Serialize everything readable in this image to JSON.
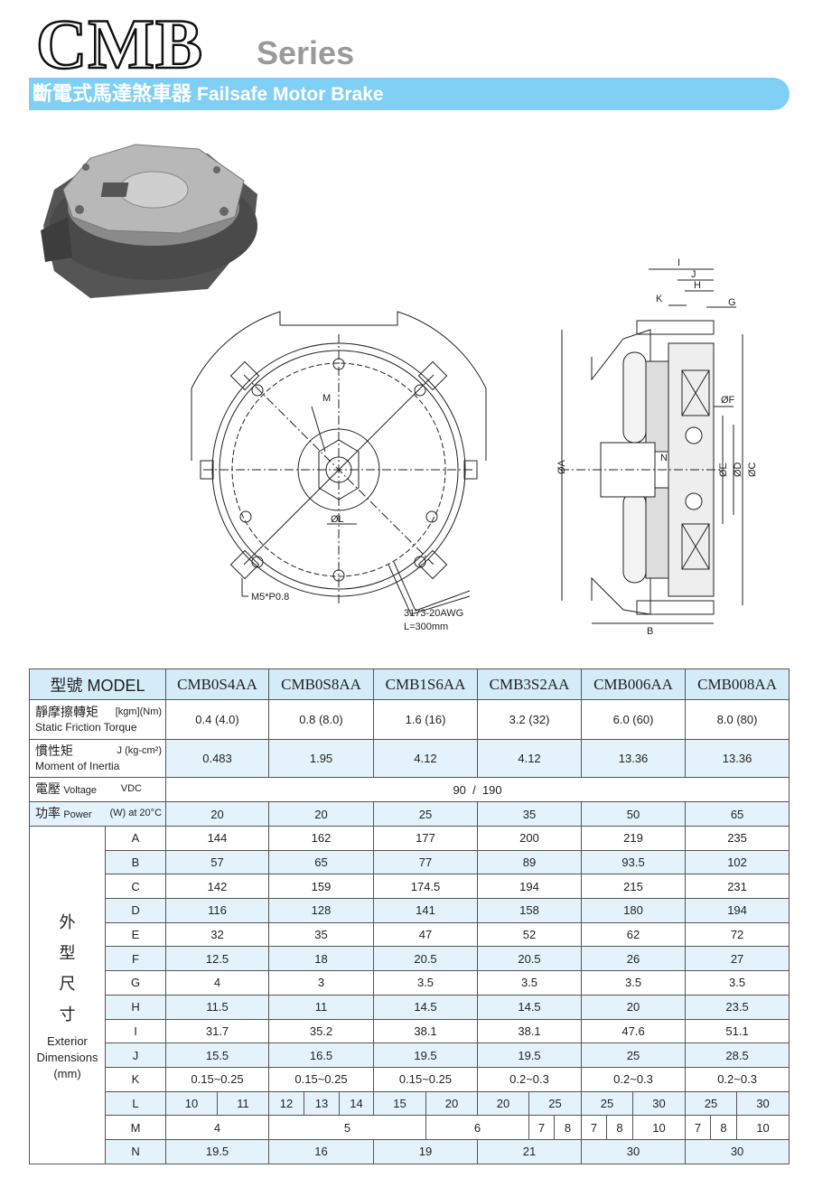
{
  "header": {
    "logo": "CMB",
    "series": "Series",
    "title_zh": "斷電式馬達煞車器",
    "title_en": "Failsafe Motor Brake"
  },
  "drawing": {
    "front": {
      "m": "M",
      "phi_l": "ØL",
      "screw": "M5*P0.8",
      "wire": "3173-20AWG",
      "wire_len": "L=300mm"
    },
    "section": {
      "i": "I",
      "j": "J",
      "h": "H",
      "k": "K",
      "g": "G",
      "phi_f": "ØF",
      "phi_a": "ØA",
      "n": "N",
      "phi_e": "ØE",
      "phi_d": "ØD",
      "phi_c": "ØC",
      "b": "B"
    }
  },
  "table": {
    "model_label": "型號 MODEL",
    "models": [
      "CMB0S4AA",
      "CMB0S8AA",
      "CMB1S6AA",
      "CMB3S2AA",
      "CMB006AA",
      "CMB008AA"
    ],
    "torque": {
      "zh": "靜摩擦轉矩",
      "unit": "[kgm](Nm)",
      "en": "Static Friction Torque",
      "values": [
        "0.4 (4.0)",
        "0.8 (8.0)",
        "1.6 (16)",
        "3.2 (32)",
        "6.0 (60)",
        "8.0 (80)"
      ]
    },
    "inertia": {
      "zh": "慣性矩",
      "unit": "J (kg-cm²)",
      "en": "Moment of Inertia",
      "values": [
        "0.483",
        "1.95",
        "4.12",
        "4.12",
        "13.36",
        "13.36"
      ]
    },
    "voltage": {
      "zh": "電壓",
      "en": "Voltage",
      "unit": "VDC",
      "value": "90  /  190"
    },
    "power": {
      "zh": "功率",
      "en": "Power",
      "unit": "(W) at 20°C",
      "values": [
        "20",
        "20",
        "25",
        "35",
        "50",
        "65"
      ]
    },
    "dims_label": {
      "zh": [
        "外",
        "型",
        "尺",
        "寸"
      ],
      "en": "Exterior Dimensions (mm)"
    },
    "dims": [
      {
        "k": "A",
        "v": [
          "144",
          "162",
          "177",
          "200",
          "219",
          "235"
        ]
      },
      {
        "k": "B",
        "v": [
          "57",
          "65",
          "77",
          "89",
          "93.5",
          "102"
        ]
      },
      {
        "k": "C",
        "v": [
          "142",
          "159",
          "174.5",
          "194",
          "215",
          "231"
        ]
      },
      {
        "k": "D",
        "v": [
          "116",
          "128",
          "141",
          "158",
          "180",
          "194"
        ]
      },
      {
        "k": "E",
        "v": [
          "32",
          "35",
          "47",
          "52",
          "62",
          "72"
        ]
      },
      {
        "k": "F",
        "v": [
          "12.5",
          "18",
          "20.5",
          "20.5",
          "26",
          "27"
        ]
      },
      {
        "k": "G",
        "v": [
          "4",
          "3",
          "3.5",
          "3.5",
          "3.5",
          "3.5"
        ]
      },
      {
        "k": "H",
        "v": [
          "11.5",
          "11",
          "14.5",
          "14.5",
          "20",
          "23.5"
        ]
      },
      {
        "k": "I",
        "v": [
          "31.7",
          "35.2",
          "38.1",
          "38.1",
          "47.6",
          "51.1"
        ]
      },
      {
        "k": "J",
        "v": [
          "15.5",
          "16.5",
          "19.5",
          "19.5",
          "25",
          "28.5"
        ]
      },
      {
        "k": "K",
        "v": [
          "0.15~0.25",
          "0.15~0.25",
          "0.15~0.25",
          "0.2~0.3",
          "0.2~0.3",
          "0.2~0.3"
        ]
      }
    ],
    "L": {
      "k": "L",
      "cells": [
        [
          "10",
          1
        ],
        [
          "11",
          1
        ],
        [
          "12",
          1
        ],
        [
          "13",
          1
        ],
        [
          "14",
          1
        ],
        [
          "15",
          1
        ],
        [
          "20",
          1
        ],
        [
          "20",
          1
        ],
        [
          "25",
          2
        ],
        [
          "25",
          2
        ],
        [
          "30",
          1
        ],
        [
          "25",
          2
        ],
        [
          "30",
          1
        ]
      ]
    },
    "M": {
      "k": "M",
      "cells": [
        [
          "4",
          2
        ],
        [
          "5",
          4
        ],
        [
          "6",
          2
        ],
        [
          "7",
          1
        ],
        [
          "8",
          1
        ],
        [
          "7",
          1
        ],
        [
          "8",
          1
        ],
        [
          "10",
          1
        ],
        [
          "7",
          1
        ],
        [
          "8",
          1
        ],
        [
          "10",
          1
        ]
      ]
    },
    "N": {
      "k": "N",
      "v": [
        "19.5",
        "16",
        "19",
        "21",
        "30",
        "30"
      ]
    }
  }
}
